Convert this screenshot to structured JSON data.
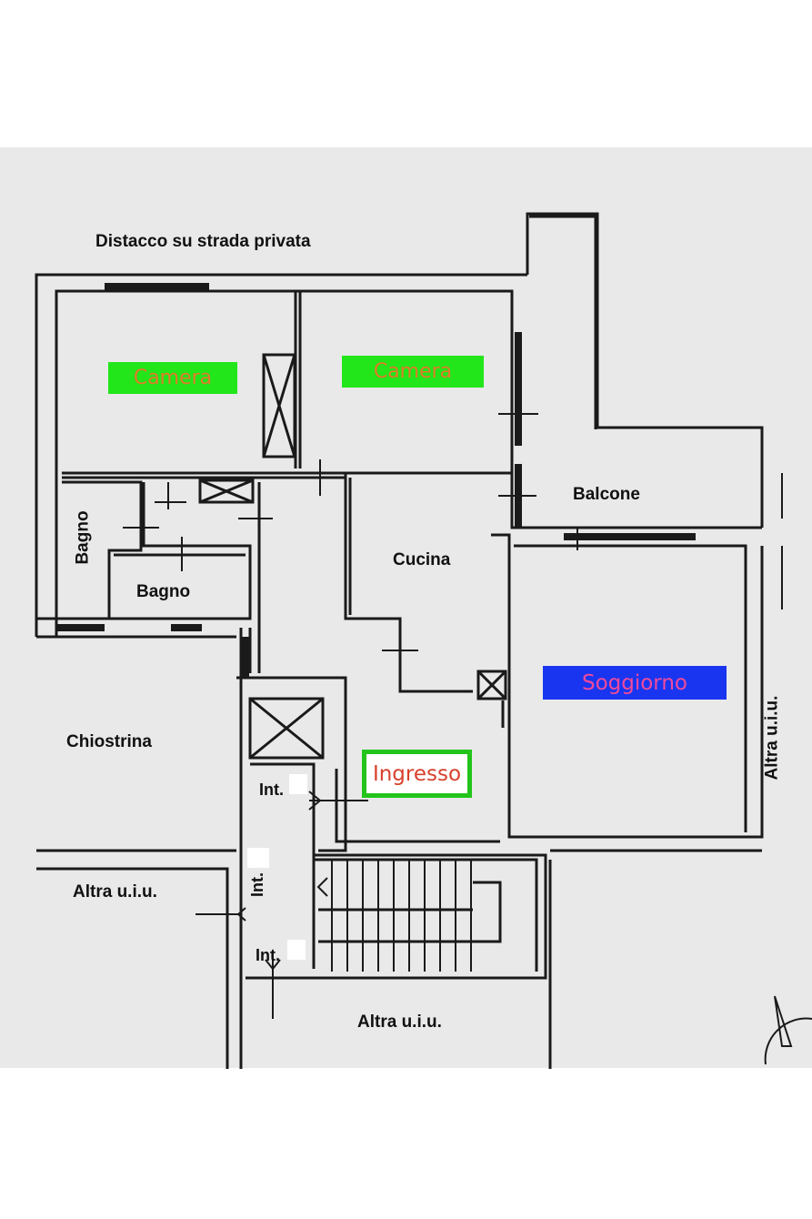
{
  "labels": {
    "street": "Distacco su strada privata",
    "camera_left": "Camera",
    "camera_right": "Camera",
    "bagno_vertical": "Bagno",
    "bagno_horizontal": "Bagno",
    "cucina": "Cucina",
    "balcone": "Balcone",
    "soggiorno": "Soggiorno",
    "chiostrina": "Chiostrina",
    "ingresso": "Ingresso",
    "altra_left": "Altra u.i.u.",
    "altra_bottom": "Altra u.i.u.",
    "altra_right": "Altra u.i.u.",
    "int_top": "Int.",
    "int_middle": "Int.",
    "int_bottom": "Int."
  },
  "colors": {
    "camera_highlight": "#22e61a",
    "camera_text": "#e07a2a",
    "soggiorno_highlight": "#1a35f0",
    "soggiorno_text": "#f04a9a",
    "ingresso_border": "#22c41a",
    "ingresso_text": "#d8402c",
    "wall": "#1a1a1a",
    "sheet": "#e9e9e9"
  }
}
